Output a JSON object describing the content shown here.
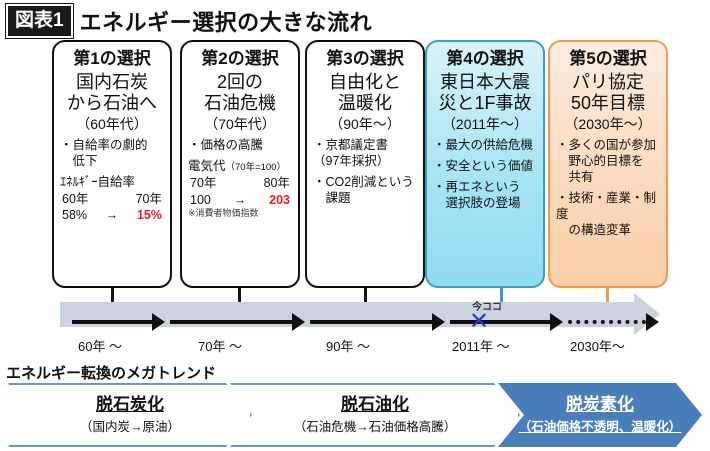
{
  "header": {
    "badge": "図表1",
    "title": "エネルギー選択の大きな流れ"
  },
  "columns": [
    {
      "head": "第1の選択",
      "main_line1": "国内石炭",
      "main_line2": "から石油へ",
      "era": "（60年代）",
      "bullet1": "・自給率の劇的\n　低下",
      "stat_title": "ｴﾈﾙｷﾞｰ自給率",
      "stat_left_label": "60年",
      "stat_right_label": "70年",
      "stat_left_value": "58%",
      "stat_arrow": "→",
      "stat_right_value": "15%",
      "note": ""
    },
    {
      "head": "第2の選択",
      "main_line1": "2回の",
      "main_line2": "石油危機",
      "era": "（70年代）",
      "bullet1": "・価格の高騰",
      "stat_title": "電気代",
      "stat_title_small": "（70年=100）",
      "stat_left_label": "70年",
      "stat_right_label": "80年",
      "stat_left_value": "100",
      "stat_arrow": "→",
      "stat_right_value": "203",
      "note": "※消費者物価指数"
    },
    {
      "head": "第3の選択",
      "main_line1": "自由化と",
      "main_line2": "温暖化",
      "era": "（90年～）",
      "bullet1": "・京都議定書\n（97年採択）",
      "bullet2": "・CO2削減という\n　課題"
    },
    {
      "head": "第4の選択",
      "main_line1": "東日本大震",
      "main_line2": "災と1F事故",
      "era": "（2011年～）",
      "bullet1": "・最大の供給危機",
      "bullet2": "・安全という価値",
      "bullet3": "・再エネという\n　選択肢の登場"
    },
    {
      "head": "第5の選択",
      "main_line1": "パリ協定",
      "main_line2": "50年目標",
      "era": "（2030年～）",
      "bullet1": "・多くの国が参加\n　野心的目標を\n　共有",
      "bullet2": "・技術・産業・制度\n　の構造変革"
    }
  ],
  "timeline": {
    "labels": [
      "60年 ～",
      "70年 ～",
      "90年 ～",
      "2011年 ～",
      "2030年～"
    ],
    "now_label": "今ココ",
    "now_marker": "✕"
  },
  "megatrend": {
    "title": "エネルギー転換のメガトレンド",
    "items": [
      {
        "title": "脱石炭化",
        "sub": "（国内炭→原油）"
      },
      {
        "title": "脱石油化",
        "sub": "（石油危機→石油価格高騰）"
      },
      {
        "title": "脱炭素化",
        "sub": "（石油価格不透明、温暖化）"
      }
    ]
  },
  "colors": {
    "accent_teal": "#3f9dbd",
    "accent_orange": "#ef9a4e",
    "accent_blue_fill": "#4a7ebb",
    "chevron_stroke": "#5b9fb8",
    "timeline_band": "#ccd3e0",
    "highlight_red": "#e01b24",
    "now_blue": "#1f3fd0"
  }
}
